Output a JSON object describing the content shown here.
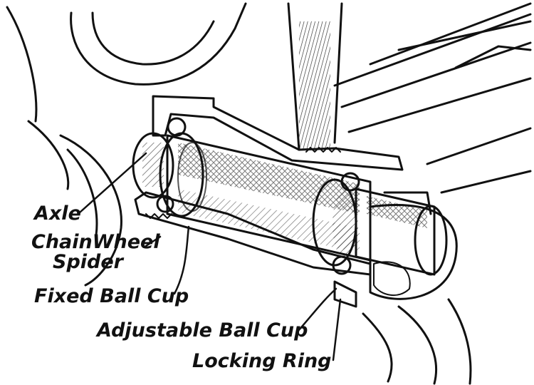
{
  "labels": {
    "axle": "Axle",
    "chain_wheel_line1": "ChainWheel",
    "chain_wheel_line2": "Spider",
    "fixed_ball_cup": "Fixed Ball Cup",
    "adjustable_ball_cup": "Adjustable Ball Cup",
    "locking_ring": "Locking Ring"
  },
  "colors": {
    "ink": "#111111",
    "paper": "#ffffff"
  }
}
